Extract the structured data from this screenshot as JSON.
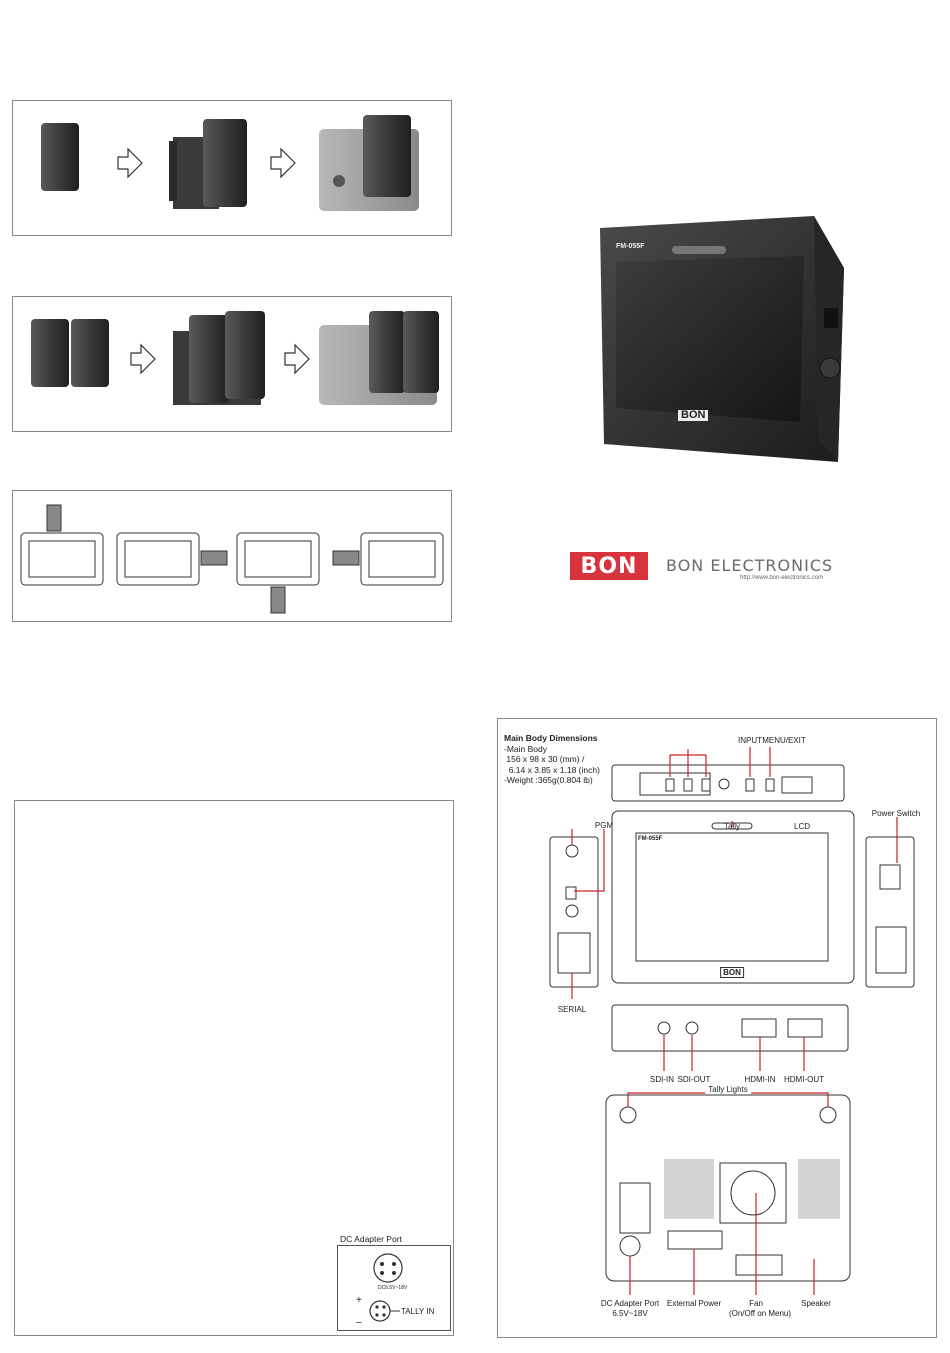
{
  "brand": {
    "logo_text": "BON",
    "company": "BON ELECTRONICS",
    "url": "http://www.bon-electronics.com"
  },
  "product": {
    "model": "FM-055F",
    "bezel_logo": "BON"
  },
  "dc_adapter_box": {
    "title": "DC Adapter Port",
    "voltage": "DC6.5V~18V",
    "plus": "+",
    "minus": "–",
    "tally_in": "TALLY IN"
  },
  "specs": {
    "heading": "Main Body Dimensions",
    "lines": [
      "-Main Body",
      " 156 x 98 x 30 (mm) /",
      "  6.14 x 3.85 x 1.18 (inch)",
      "-Weight :365g(0.804 lb)"
    ]
  },
  "callouts": {
    "input": "INPUT",
    "menu_exit": "MENU/EXIT",
    "power_switch": "Power Switch",
    "pgm": "PGM",
    "tally": "Tally",
    "lcd": "LCD",
    "serial": "SERIAL",
    "sdi_in": "SDI-IN",
    "sdi_out": "SDI-OUT",
    "hdmi_in": "HDMI-IN",
    "hdmi_out": "HDMI-OUT",
    "tally_lights": "Tally Lights",
    "dc_port": "DC Adapter Port",
    "dc_port_v": "6.5V~18V",
    "external_power": "External Power",
    "fan": "Fan",
    "fan_note": "(On/Off on Menu)",
    "speaker": "Speaker"
  },
  "colors": {
    "accent_red": "#d8323c",
    "callout_red": "#c9202a",
    "device_dark": "#2e2e2e"
  }
}
